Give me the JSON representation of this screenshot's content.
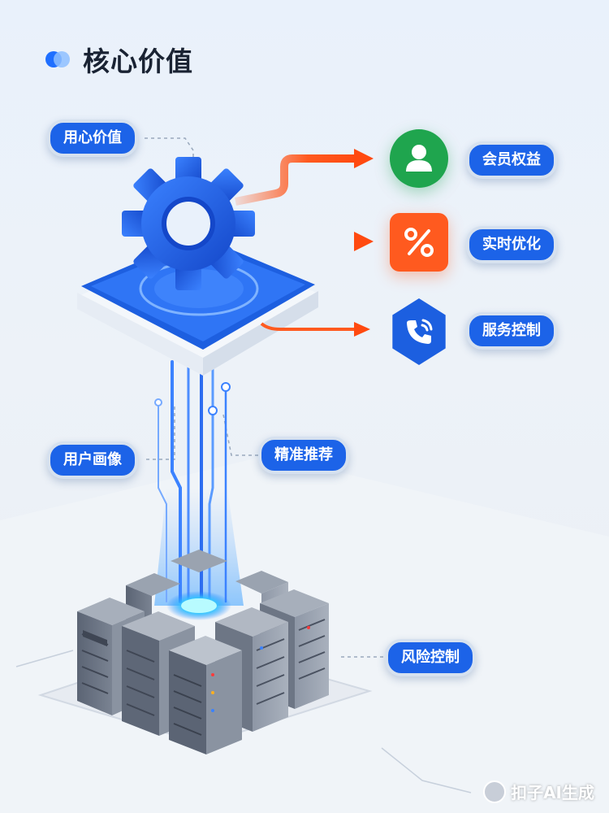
{
  "title": "核心价值",
  "labels": {
    "core_value": "用心价值",
    "member_benefits": "会员权益",
    "realtime_optimize": "实时优化",
    "service_control": "服务控制",
    "user_profile": "用户画像",
    "precise_recommend": "精准推荐",
    "risk_control": "风险控制"
  },
  "icons": {
    "center": "gear-icon",
    "member": "user-icon",
    "optimize": "percent-icon",
    "service": "phone-icon",
    "base": "server-rack-icon"
  },
  "colors": {
    "primary_blue": "#1c63e8",
    "arrow_orange": "#ff5a1f",
    "member_green": "#1fa54e",
    "cable_blue": "#3b82ff"
  },
  "watermark": "扣子AI生成"
}
